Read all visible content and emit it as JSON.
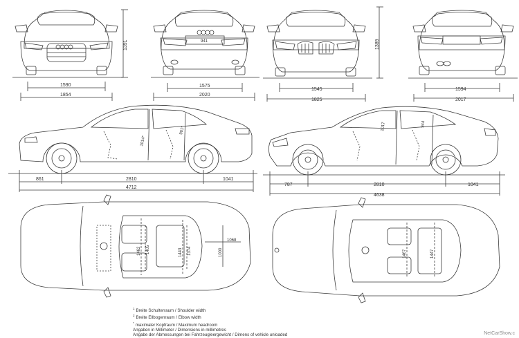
{
  "audi": {
    "front": {
      "height": "1391",
      "track": "1590",
      "width": "1854"
    },
    "rear": {
      "plate": "941",
      "track": "1575",
      "width_mirrors": "2020"
    },
    "side": {
      "overhang_front": "861",
      "wheelbase": "2810",
      "overhang_rear": "1041",
      "length": "4712",
      "headroom_front": "1014*",
      "headroom_rear": "961*"
    },
    "top": {
      "shoulder_front": "1462",
      "elbow_front": "1405",
      "shoulder_rear": "1443",
      "elbow_rear": "1374",
      "trunk_width": "1068",
      "trunk_length": "1000"
    }
  },
  "bmw": {
    "front": {
      "height": "1389",
      "track": "1545",
      "width": "1825"
    },
    "rear": {
      "track": "1594",
      "width_mirrors": "2017"
    },
    "side": {
      "overhang_front": "787",
      "wheelbase": "2810",
      "overhang_rear": "1041",
      "length": "4638",
      "headroom_front": "1017",
      "headroom_rear": "944"
    },
    "top": {
      "shoulder_front": "1467",
      "shoulder_rear": "1447"
    }
  },
  "notes": {
    "line1_mark": "1",
    "line1": "Breite Schulterraum / Shoulder width",
    "line2_mark": "2",
    "line2": "Breite Ellbogenraum / Elbow width",
    "line3_mark": "*",
    "line3": "maximaler Kopfraum / Maximum headroom",
    "line4": "Angaben in Millimeter / Dimensions in millimetres",
    "line5": "Angabe der Abmessungen bei Fahrzeugleergewicht / Dimen",
    "line5b": "s of vehicle unloaded"
  },
  "watermark": "NetCarShow.c",
  "colors": {
    "line": "#3a3a3a",
    "background": "#ffffff"
  }
}
